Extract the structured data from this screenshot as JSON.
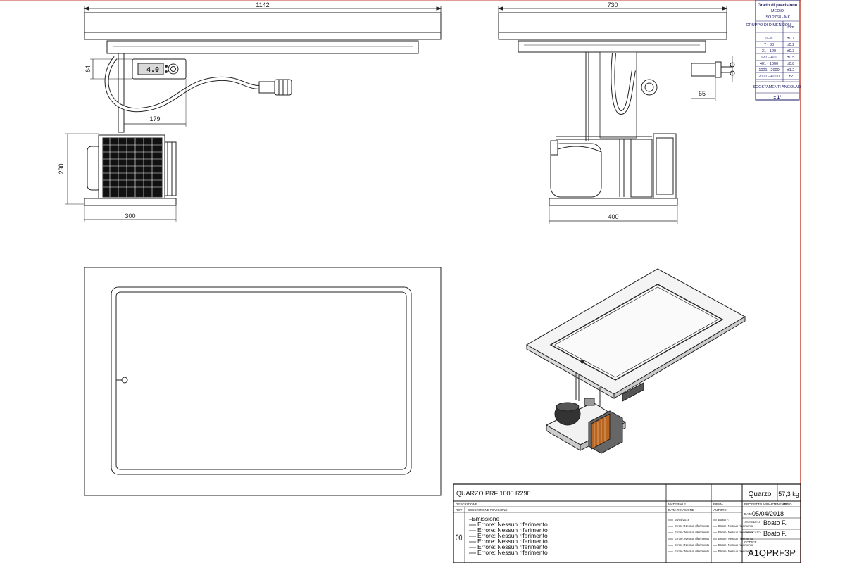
{
  "dimensions": {
    "front_width": "1142",
    "side_width": "730",
    "controller_height": "64",
    "cable_offset": "179",
    "unit_height": "230",
    "unit_width": "300",
    "side_unit_width": "400",
    "plug_depth": "65"
  },
  "controller_display": "4.0",
  "tolerance_table": {
    "title": "Grado di precisione",
    "grade": "MEDIO",
    "standard": "ISO 2768 - MK",
    "col_group": "GRUPPO DI DIMENSIONI",
    "col_mm": "mm",
    "rows": [
      {
        "range": "0  -  6",
        "tol": "±0.1"
      },
      {
        "range": "7  -  30",
        "tol": "±0.2"
      },
      {
        "range": "31  -  120",
        "tol": "±0.3"
      },
      {
        "range": "121  -  400",
        "tol": "±0.5"
      },
      {
        "range": "401  -  1000",
        "tol": "±0.8"
      },
      {
        "range": "1001 - 2000",
        "tol": "±1.2"
      },
      {
        "range": "2001 - 4000",
        "tol": "±2"
      }
    ],
    "angles_label": "SCOSTAMENTI ANGOLARI",
    "angles_value": "± 1°"
  },
  "title_block": {
    "title": "QUARZO PRF 1000 R290",
    "material": "Quarzo",
    "weight": "57,3 kg",
    "label_descrizione": "DESCRIZIONE",
    "label_rev": "REV",
    "label_desc_revisione": "DESCRIZIONE REVISIONE",
    "label_materiale": "MATERIALE",
    "label_data_revisione": "DATA REVISIONE",
    "label_firma": "FIRMA",
    "label_autore": "AUTORE",
    "label_progetto": "PROGETTO APPARTENENTE",
    "label_peso": "PESO",
    "label_data": "DATA",
    "date": "05/04/2018",
    "label_disegnato": "DISEGNATO",
    "designer": "Boato F.",
    "label_verificato": "VERIFICATO",
    "verifier": "Boato F.",
    "label_codice": "CODICE",
    "code": "A1QPRF3P",
    "rev_number": "00",
    "revision_lines": [
      "Emissione",
      "Errore: Nessun riferimento",
      "Errore: Nessun riferimento",
      "Errore: Nessun riferimento",
      "Errore: Nessun riferimento",
      "Errore: Nessun riferimento",
      "Errore: Nessun riferimento"
    ],
    "revision_dates": [
      "05/04/2018",
      "Errore: Nessun riferimento",
      "Errore: Nessun riferimento",
      "Errore: Nessun riferimento",
      "Errore: Nessun riferimento",
      "Errore: Nessun riferimento"
    ],
    "revision_authors": [
      "Boato F.",
      "Errore: Nessun riferimento",
      "Errore: Nessun riferimento",
      "Errore: Nessun riferimento",
      "Errore: Nessun riferimento",
      "Errore: Nessun riferimento"
    ]
  },
  "colors": {
    "frame_red": "#c0392b",
    "line": "#222222",
    "table_blue": "#1a1a66"
  }
}
